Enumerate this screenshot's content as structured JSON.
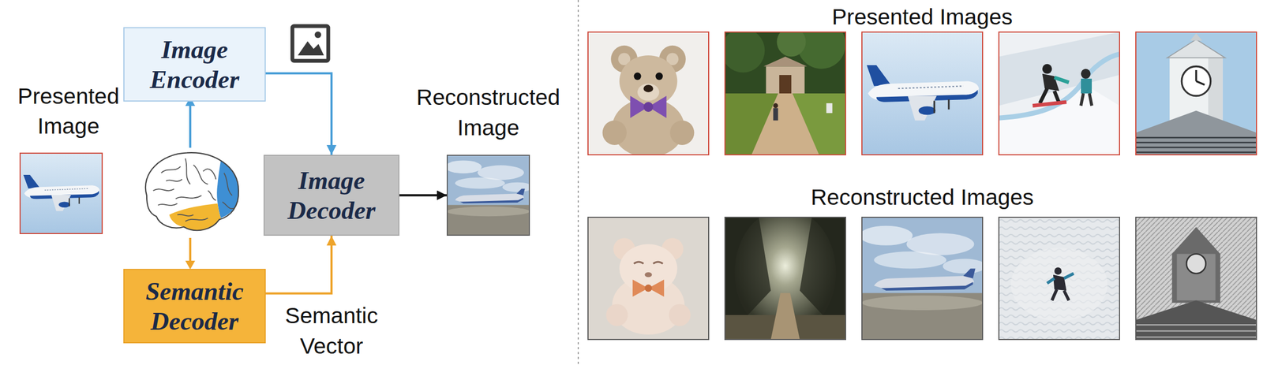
{
  "diagram": {
    "nodes": [
      {
        "text": [
          "Image Encoder"
        ]
      },
      {
        "text": [
          "Semantic Decoder"
        ]
      },
      {
        "text": [
          "Image Decoder"
        ]
      },
      {
        "text": [
          "Reconstructed Image"
        ]
      }
    ],
    "edges": [
      {
        "from": 0,
        "to": 2,
        "arrow": "to"
      },
      {
        "from": 1,
        "to": 2,
        "arrow": "to",
        "label": "Semantic Vector"
      },
      {
        "from": 2,
        "to": 3,
        "arrow": "to"
      }
    ],
    "labels": [
      "Presented Image",
      "Presented Images",
      "Reconstructed Images"
    ]
  }
}
